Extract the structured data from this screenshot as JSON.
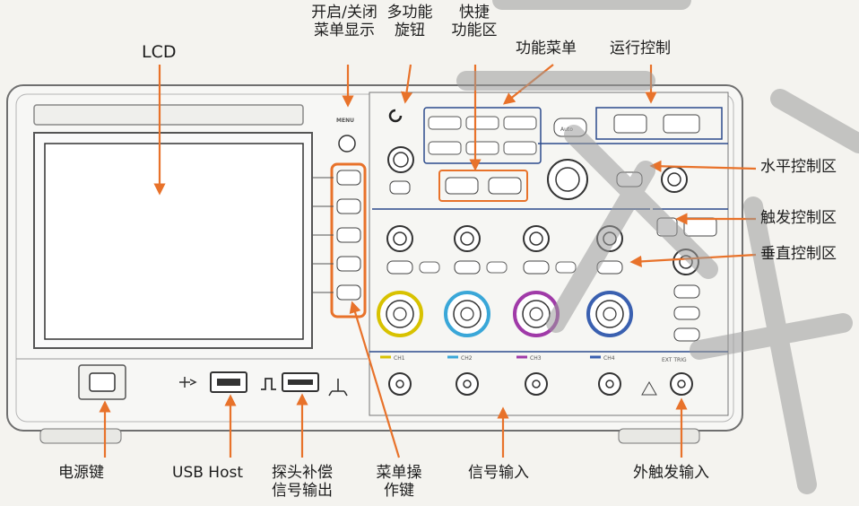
{
  "labels": {
    "lcd": "LCD",
    "menu_toggle": [
      "开启/关闭",
      "菜单显示"
    ],
    "multi_knob": [
      "多功能",
      "旋钮"
    ],
    "shortcut": [
      "快捷",
      "功能区"
    ],
    "function_menu": "功能菜单",
    "run_control": "运行控制",
    "horizontal": "水平控制区",
    "trigger": "触发控制区",
    "vertical": "垂直控制区",
    "power": "电源键",
    "usb_host": "USB Host",
    "probe_comp": [
      "探头补偿",
      "信号输出"
    ],
    "menu_keys": [
      "菜单操",
      "作键"
    ],
    "signal_in": "信号输入",
    "ext_trig_in": "外触发输入"
  },
  "panel": {
    "menu_btn": "MENU",
    "auto_btn": "Auto",
    "channels": [
      "CH1",
      "CH2",
      "CH3",
      "CH4"
    ],
    "ext_trig": "EXT TRIG",
    "ch_colors": [
      "#d8c200",
      "#3aa7d8",
      "#a03aa8",
      "#3a60b0"
    ]
  },
  "colors": {
    "arrow": "#e8722a",
    "highlight": "#e8722a",
    "panel_blue": "#2b4a8c"
  }
}
